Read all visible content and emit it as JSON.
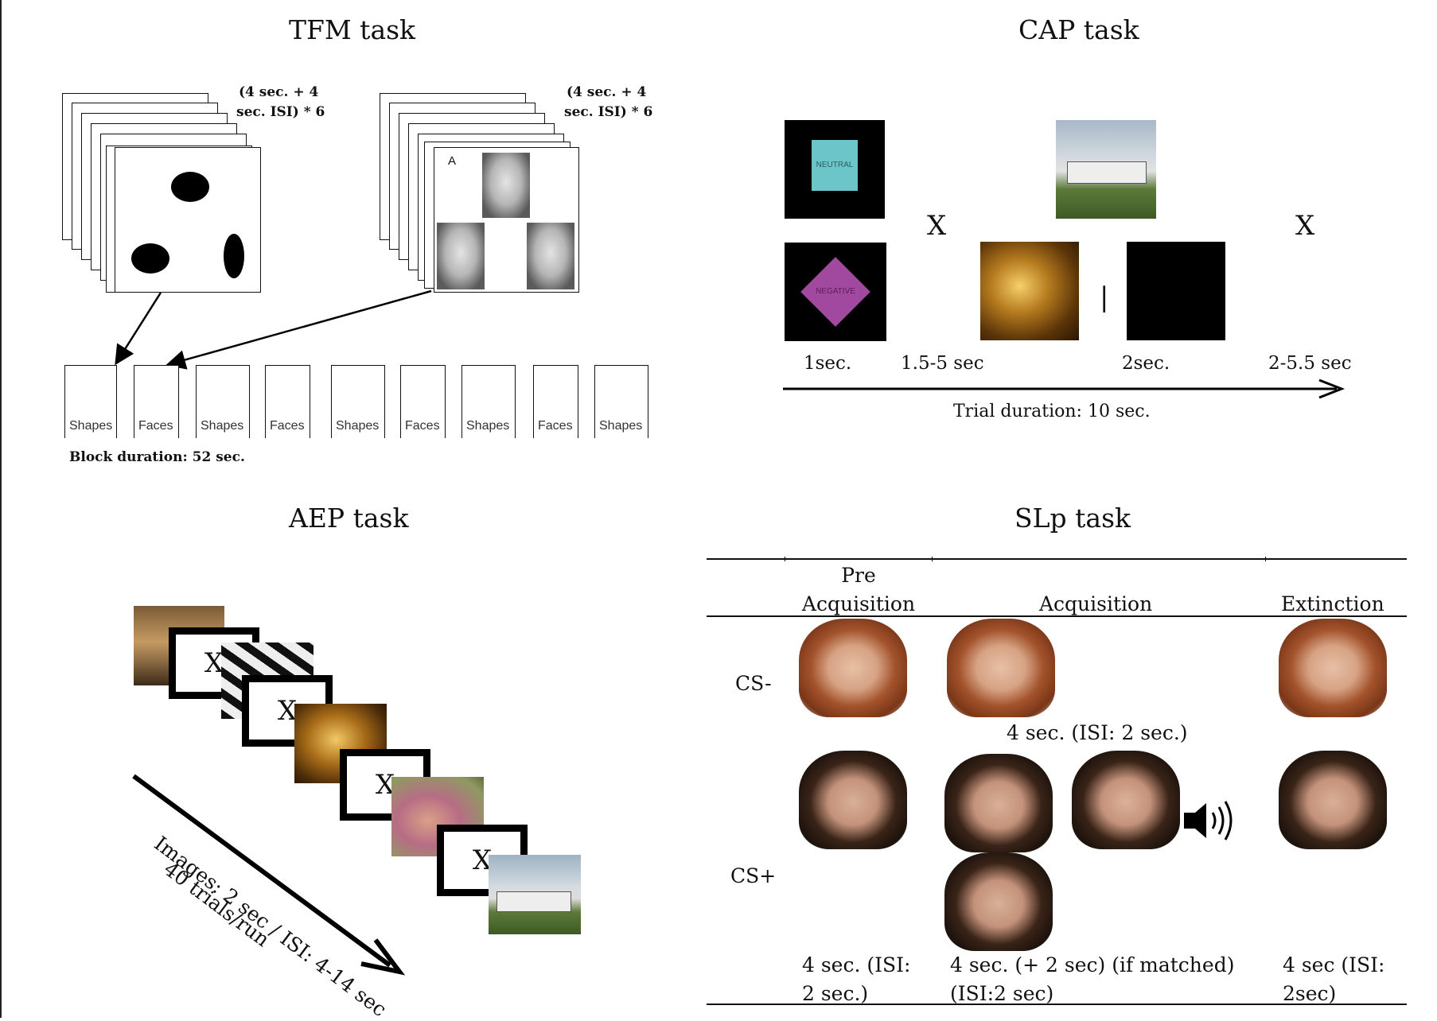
{
  "panels": {
    "tfm": {
      "title": "TFM task",
      "timing_shapes": [
        "(4 sec. + 4",
        "sec. ISI) * 6"
      ],
      "timing_faces": [
        "(4 sec. + 4",
        "sec. ISI) * 6"
      ],
      "face_card_letter": "A",
      "blocks": [
        "Shapes",
        "Faces",
        "Shapes",
        "Faces",
        "Shapes",
        "Faces",
        "Shapes",
        "Faces",
        "Shapes"
      ],
      "block_duration": "Block duration: 52 sec."
    },
    "cap": {
      "title": "CAP task",
      "neutral_label": "NEUTRAL",
      "negative_label": "NEGATIVE",
      "fixation": "X",
      "response_bar": "|",
      "timings": [
        "1sec.",
        "1.5-5 sec",
        "2sec.",
        "2-5.5 sec"
      ],
      "trial_duration": "Trial duration: 10 sec."
    },
    "aep": {
      "title": "AEP task",
      "fixation": "X",
      "timing": "Images: 2 sec / ISI: 4-14 sec",
      "trials": "40 trials/run"
    },
    "slp": {
      "title": "SLp task",
      "columns": {
        "pre": [
          "Pre",
          "Acquisition"
        ],
        "acq": "Acquisition",
        "ext": "Extinction"
      },
      "rows": {
        "cs_minus": "CS-",
        "cs_plus": "CS+"
      },
      "mid_timing": "4 sec. (ISI: 2 sec.)",
      "footer": {
        "pre": [
          "4 sec. (ISI:",
          "2 sec.)"
        ],
        "acq": [
          "4 sec. (+ 2 sec) (if matched)",
          "(ISI:2 sec)"
        ],
        "ext": [
          "4 sec (ISI:",
          "2sec)"
        ]
      }
    }
  },
  "colors": {
    "neutral_box": "#6cc6c9",
    "negative_diamond": "#a0499f",
    "cap_bg": "#000000"
  }
}
